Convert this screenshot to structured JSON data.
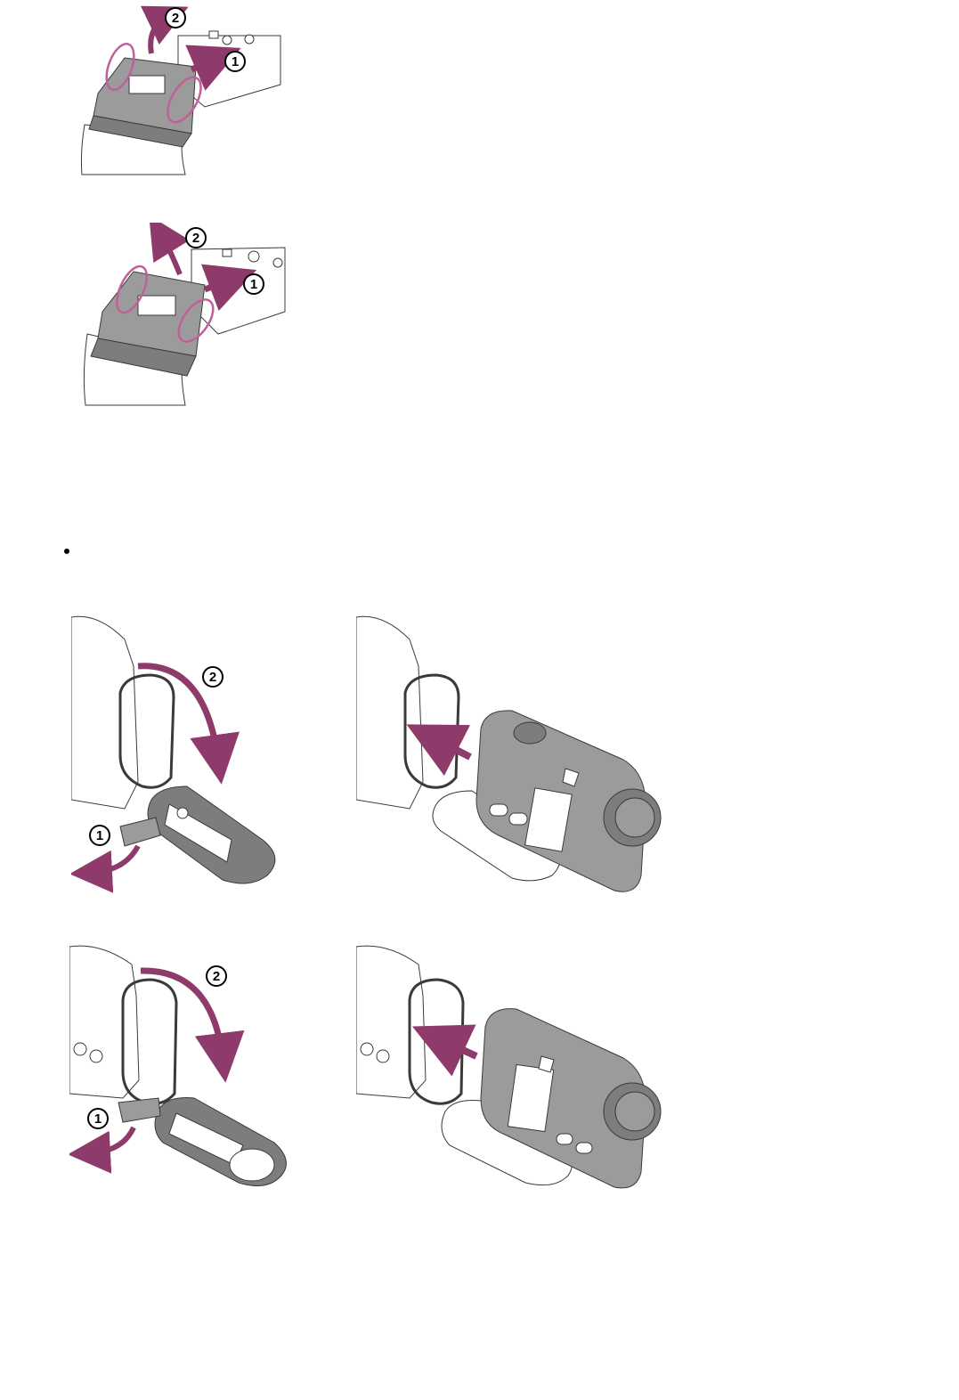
{
  "colors": {
    "accent": "#8e3a6b",
    "body_gray": "#9b9b9b",
    "body_gray_dark": "#7d7d7d",
    "outline": "#3a3a3a"
  },
  "steps": {
    "one": "1",
    "two": "2"
  },
  "figures": [
    {
      "id": "strap-release-a",
      "icons": [
        "pink-ellipse-highlight",
        "arrow-push",
        "arrow-lift"
      ]
    },
    {
      "id": "strap-release-b",
      "icons": [
        "pink-ellipse-highlight",
        "arrow-push",
        "arrow-lift"
      ]
    },
    {
      "id": "case-open-a",
      "icons": [
        "arrow-swing-down",
        "arrow-swing-open"
      ]
    },
    {
      "id": "camera-insert-a",
      "icons": [
        "arrow-insert"
      ]
    },
    {
      "id": "case-open-b",
      "icons": [
        "arrow-swing-down",
        "arrow-swing-open"
      ]
    },
    {
      "id": "camera-insert-b",
      "icons": [
        "arrow-insert"
      ]
    }
  ]
}
